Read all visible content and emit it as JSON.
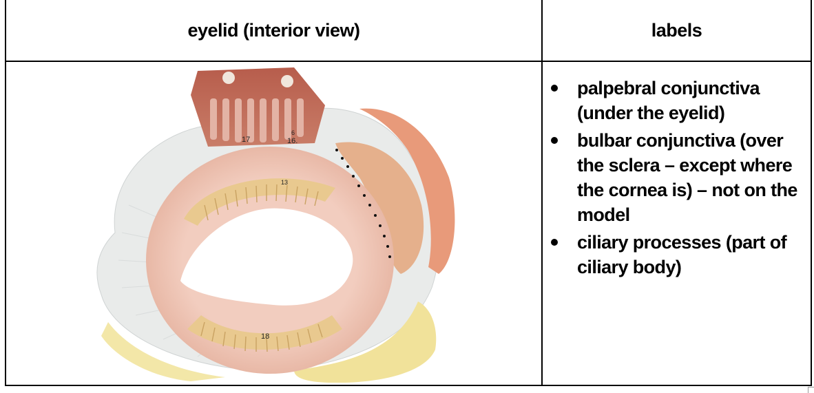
{
  "table": {
    "headers": [
      "eyelid (interior view)",
      "labels"
    ],
    "figure": {
      "markers": [
        "17",
        "6",
        "16.",
        "13",
        "18"
      ]
    },
    "labels": [
      "palpebral conjunctiva (under the eyelid)",
      "bulbar conjunctiva (over the sclera – except where the cornea is) – not on the model",
      "ciliary processes (part of ciliary body)"
    ]
  }
}
